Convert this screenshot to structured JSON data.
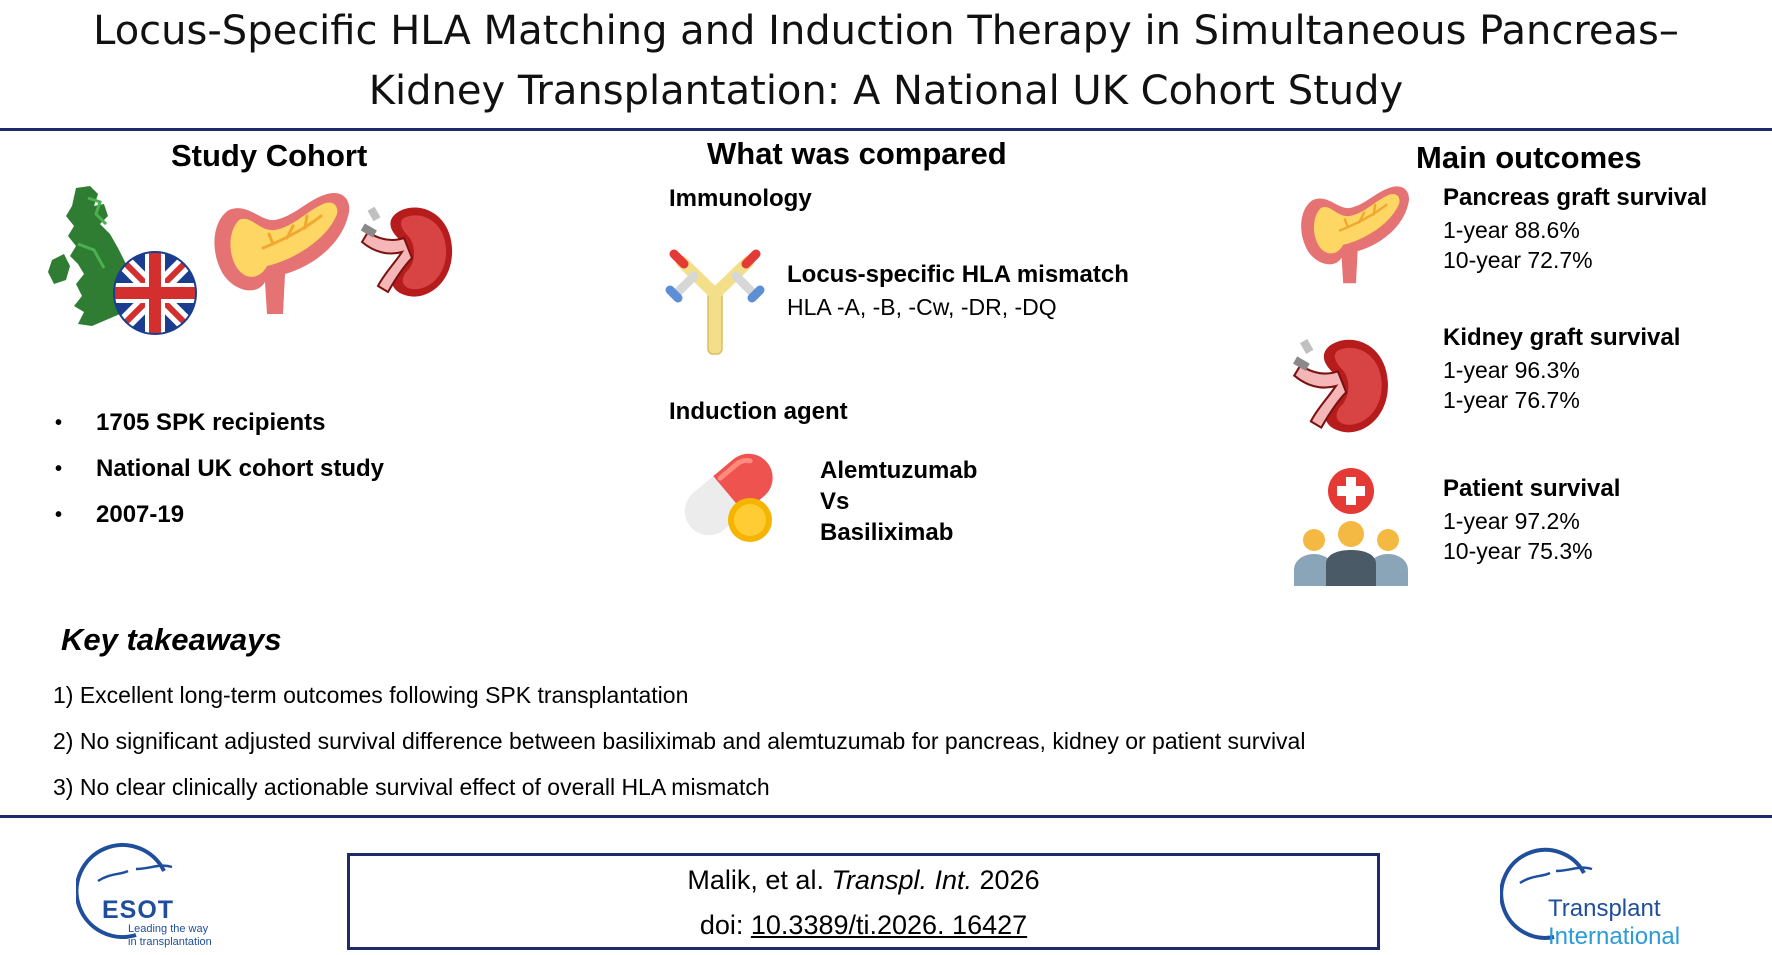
{
  "title": {
    "line1": "Locus-Specific HLA Matching and Induction Therapy in Simultaneous Pancreas–",
    "line2": "Kidney Transplantation: A National UK Cohort Study"
  },
  "cohort": {
    "heading": "Study Cohort",
    "bullets": [
      "1705 SPK recipients",
      "National UK cohort study",
      "2007-19"
    ]
  },
  "compared": {
    "heading": "What was compared",
    "immunology": {
      "label": "Immunology",
      "title": "Locus-specific HLA mismatch",
      "detail": "HLA -A, -B, -Cw, -DR, -DQ"
    },
    "induction": {
      "label": "Induction agent",
      "line1": "Alemtuzumab",
      "line2": "Vs",
      "line3": "Basiliximab"
    }
  },
  "outcomes": {
    "heading": "Main outcomes",
    "items": [
      {
        "title": "Pancreas graft survival",
        "line1": "1-year 88.6%",
        "line2": "10-year 72.7%"
      },
      {
        "title": "Kidney graft survival",
        "line1": "1-year 96.3%",
        "line2": "1-year 76.7%"
      },
      {
        "title": "Patient survival",
        "line1": "1-year 97.2%",
        "line2": "10-year 75.3%"
      }
    ]
  },
  "takeaways": {
    "heading": "Key takeaways",
    "items": [
      "1) Excellent long-term outcomes following SPK transplantation",
      "2) No significant adjusted survival difference between basiliximab and alemtuzumab for pancreas, kidney or patient survival",
      "3) No clear clinically actionable survival effect of overall HLA mismatch"
    ]
  },
  "citation": {
    "authors": "Malik, et al. ",
    "journal": "Transpl. Int.",
    "year": " 2026",
    "doi_prefix": "doi: ",
    "doi": "10.3389/ti.2026. 16427"
  },
  "logos": {
    "esot_name": "ESOT",
    "esot_tag1": "Leading the way",
    "esot_tag2": "in transplantation",
    "ti_line1": "Transplant",
    "ti_line2": "International"
  },
  "colors": {
    "rule": "#1f2a6b",
    "brand_blue": "#1f4e9c",
    "ti_light_blue": "#2b9bd6"
  },
  "icons": [
    "uk-map-icon",
    "uk-flag-icon",
    "pancreas-icon",
    "kidney-icon",
    "antibody-icon",
    "pill-capsule-icon",
    "medical-cross-icon",
    "people-group-icon"
  ]
}
